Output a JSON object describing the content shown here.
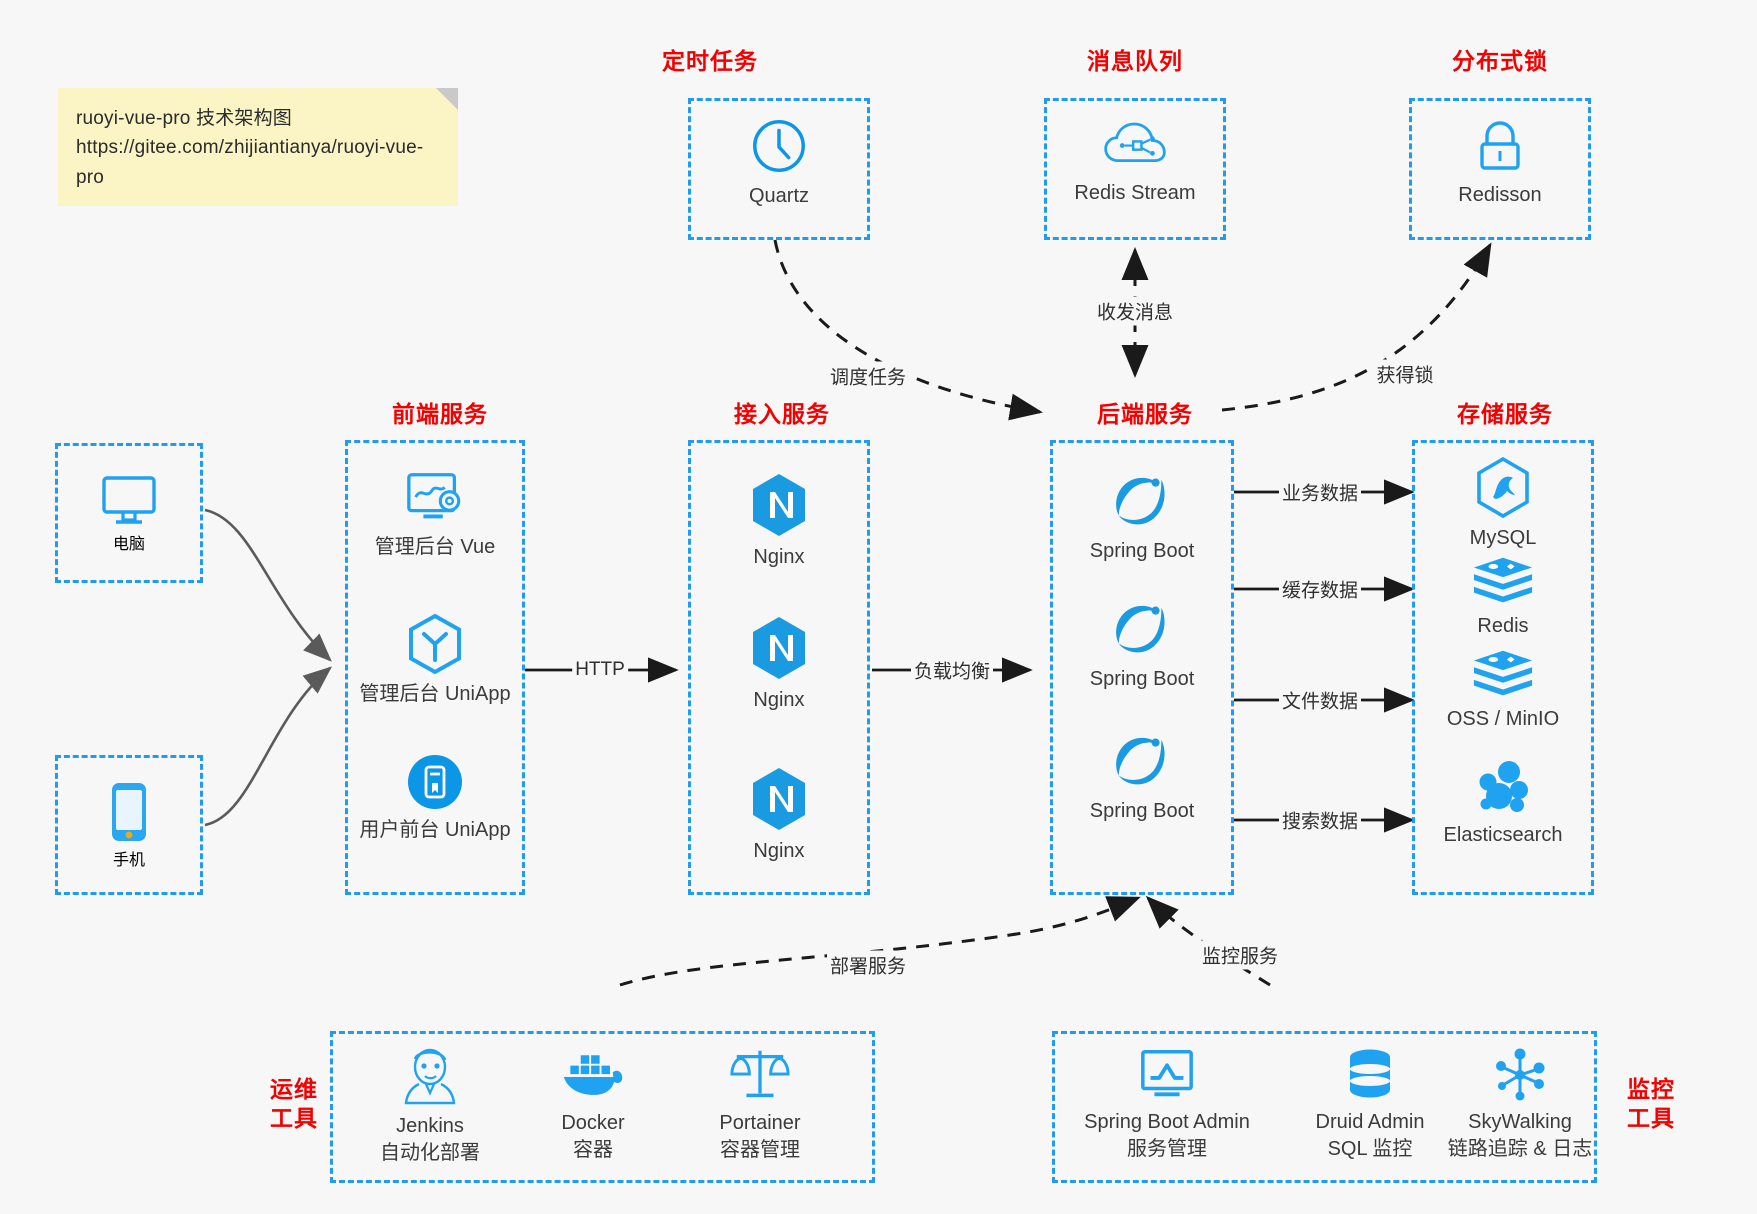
{
  "note": {
    "line1": "ruoyi-vue-pro 技术架构图",
    "line2": "https://gitee.com/zhijiantianya/ruoyi-vue-pro"
  },
  "colors": {
    "accent_blue": "#1f9cf0",
    "icon_blue": "#0c96e6",
    "title_red": "#f40000",
    "background": "#f7f7f7",
    "note_yellow": "#fbf4c5",
    "edge_gray": "#5a5a5a",
    "edge_black": "#1a1a1a"
  },
  "groups": {
    "scheduled_task": {
      "title": "定时任务"
    },
    "message_queue": {
      "title": "消息队列"
    },
    "distributed_lock": {
      "title": "分布式锁"
    },
    "frontend": {
      "title": "前端服务"
    },
    "gateway": {
      "title": "接入服务"
    },
    "backend": {
      "title": "后端服务"
    },
    "storage": {
      "title": "存储服务"
    },
    "devops": {
      "title": "运维\n工具",
      "title_line1": "运维",
      "title_line2": "工具"
    },
    "monitor": {
      "title": "监控\n工具",
      "title_line1": "监控",
      "title_line2": "工具"
    }
  },
  "nodes": {
    "quartz": {
      "label": "Quartz",
      "icon": "clock-icon"
    },
    "redis_stream": {
      "label": "Redis Stream",
      "icon": "cloud-stream-icon"
    },
    "redisson": {
      "label": "Redisson",
      "icon": "lock-icon"
    },
    "computer": {
      "label": "电脑",
      "icon": "desktop-monitor-icon"
    },
    "phone": {
      "label": "手机",
      "icon": "mobile-phone-icon"
    },
    "admin_vue": {
      "label": "管理后台 Vue",
      "icon": "dashboard-settings-icon"
    },
    "admin_uniapp": {
      "label": "管理后台 UniApp",
      "icon": "uniapp-cube-icon"
    },
    "user_uniapp": {
      "label": "用户前台 UniApp",
      "icon": "mobile-app-icon"
    },
    "nginx1": {
      "label": "Nginx",
      "icon": "nginx-icon"
    },
    "nginx2": {
      "label": "Nginx",
      "icon": "nginx-icon"
    },
    "nginx3": {
      "label": "Nginx",
      "icon": "nginx-icon"
    },
    "springboot1": {
      "label": "Spring Boot",
      "icon": "spring-boot-icon"
    },
    "springboot2": {
      "label": "Spring Boot",
      "icon": "spring-boot-icon"
    },
    "springboot3": {
      "label": "Spring Boot",
      "icon": "spring-boot-icon"
    },
    "mysql": {
      "label": "MySQL",
      "icon": "mysql-dolphin-icon"
    },
    "redis": {
      "label": "Redis",
      "icon": "redis-stack-icon"
    },
    "oss_minio": {
      "label": "OSS / MinIO",
      "icon": "redis-stack-icon"
    },
    "elasticsearch": {
      "label": "Elasticsearch",
      "icon": "elasticsearch-icon"
    },
    "jenkins": {
      "label": "Jenkins",
      "sub": "自动化部署",
      "icon": "jenkins-butler-icon"
    },
    "docker": {
      "label": "Docker",
      "sub": "容器",
      "icon": "docker-whale-icon"
    },
    "portainer": {
      "label": "Portainer",
      "sub": "容器管理",
      "icon": "scales-balance-icon"
    },
    "sba": {
      "label": "Spring Boot Admin",
      "sub": "服务管理",
      "icon": "monitor-chart-icon"
    },
    "druid": {
      "label": "Druid Admin",
      "sub": "SQL 监控",
      "icon": "database-stack-icon"
    },
    "skywalking": {
      "label": "SkyWalking",
      "sub": "链路追踪 & 日志",
      "icon": "skywalking-node-icon"
    }
  },
  "edges": [
    {
      "id": "edge-schedule",
      "label": "调度任务"
    },
    {
      "id": "edge-messages",
      "label": "收发消息"
    },
    {
      "id": "edge-lock",
      "label": "获得锁"
    },
    {
      "id": "edge-http",
      "label": "HTTP"
    },
    {
      "id": "edge-loadbalance",
      "label": "负载均衡"
    },
    {
      "id": "edge-business-data",
      "label": "业务数据"
    },
    {
      "id": "edge-cache-data",
      "label": "缓存数据"
    },
    {
      "id": "edge-file-data",
      "label": "文件数据"
    },
    {
      "id": "edge-search-data",
      "label": "搜索数据"
    },
    {
      "id": "edge-deploy",
      "label": "部署服务"
    },
    {
      "id": "edge-monitor",
      "label": "监控服务"
    }
  ]
}
